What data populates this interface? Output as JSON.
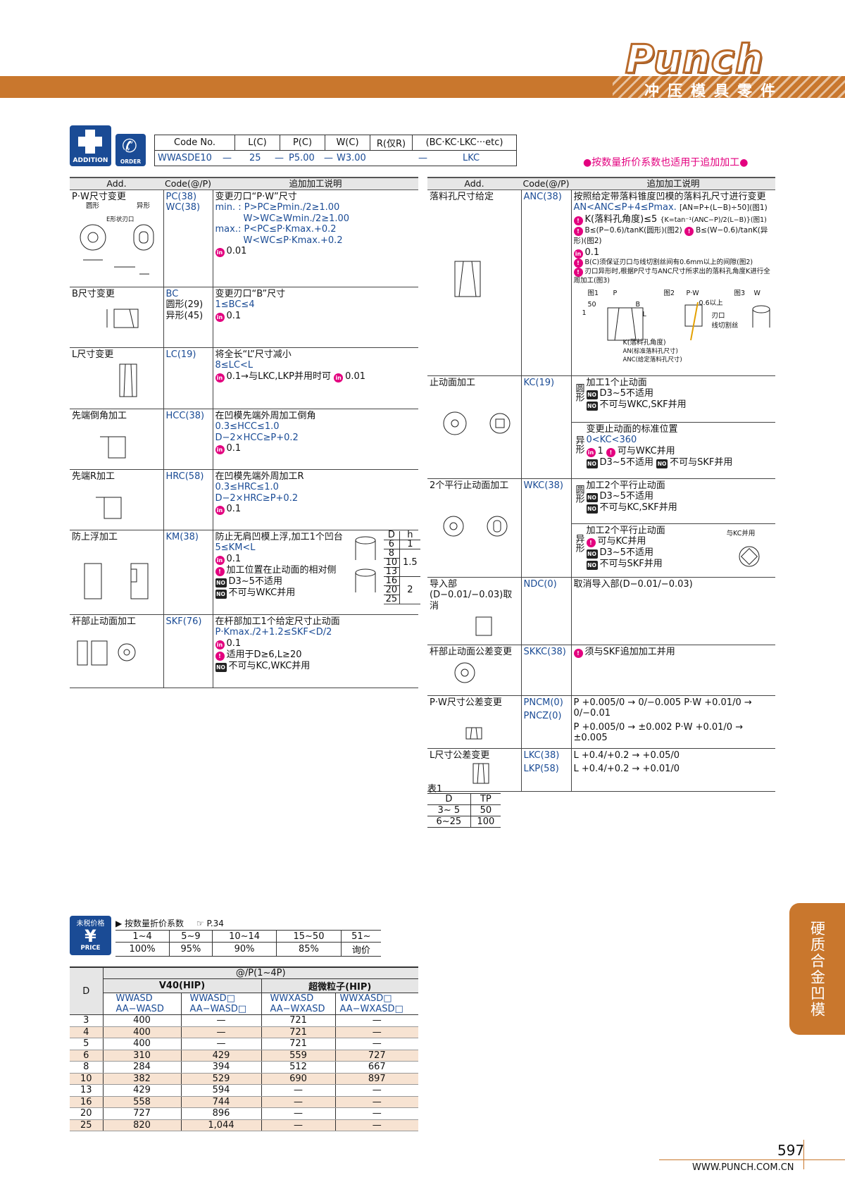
{
  "header": {
    "brand": "Punch",
    "subtitle": "冲压模具零件"
  },
  "icons": {
    "addition": "ADDITION",
    "order": "ORDER",
    "price_cn": "未税价格",
    "price_en": "PRICE"
  },
  "code_table": {
    "headers": [
      "Code No.",
      "L(C)",
      "P(C)",
      "W(C)",
      "R(仅R)",
      "(BC·KC·LKC···etc)"
    ],
    "row": [
      "WWASDE10",
      "—",
      "25",
      "—",
      "P5.00",
      "—",
      "W3.00",
      "—",
      "LKC"
    ]
  },
  "notice": "●按数量折价系数也适用于追加加工●",
  "left_table": {
    "headers": [
      "Add.",
      "Code(@/P)",
      "追加加工说明"
    ],
    "rows": [
      {
        "name": "P·W尺寸变更",
        "sub": [
          "圆形",
          "异形",
          "E形状刃口"
        ],
        "code": [
          "PC(38)",
          "WC(38)"
        ],
        "desc": [
          "变更刃口“P·W”尺寸",
          "min. : P>PC≥Pmin./2≥1.00",
          "W>WC≥Wmin./2≥1.00",
          "max.: P<PC≤P·Kmax.+0.2",
          "W<WC≤P·Kmax.+0.2",
          "0.01"
        ]
      },
      {
        "name": "B尺寸变更",
        "code": [
          "BC",
          "圆形(29)",
          "异形(45)"
        ],
        "desc": [
          "变更刃口“B”尺寸",
          "1≤BC≤4",
          "0.1"
        ]
      },
      {
        "name": "L尺寸变更",
        "code": [
          "LC(19)"
        ],
        "desc": [
          "将全长“L”尺寸减小",
          "8≤LC<L",
          "0.1→与LKC,LKP并用时可",
          "0.01"
        ]
      },
      {
        "name": "先端倒角加工",
        "code": [
          "HCC(38)"
        ],
        "desc": [
          "在凹模先端外周加工倒角",
          "0.3≤HCC≤1.0",
          "D−2×HCC≥P+0.2",
          "0.1"
        ]
      },
      {
        "name": "先端R加工",
        "code": [
          "HRC(58)"
        ],
        "desc": [
          "在凹模先端外周加工R",
          "0.3≤HRC≤1.0",
          "D−2×HRC≥P+0.2",
          "0.1"
        ]
      },
      {
        "name": "防上浮加工",
        "code": [
          "KM(38)"
        ],
        "desc": [
          "防止无肩凹模上浮,加工1个凹台",
          "5≤KM<L",
          "0.1",
          "加工位置在止动面的相对侧",
          "D3~5不适用",
          "不可与WKC并用"
        ],
        "dh": {
          "headers": [
            "D",
            "h"
          ],
          "rows": [
            [
              "6",
              "1"
            ],
            [
              "8",
              ""
            ],
            [
              "10",
              "1.5"
            ],
            [
              "13",
              ""
            ],
            [
              "16",
              ""
            ],
            [
              "20",
              "2"
            ],
            [
              "25",
              ""
            ]
          ]
        }
      },
      {
        "name": "杆部止动面加工",
        "code": [
          "SKF(76)"
        ],
        "desc": [
          "在杆部加工1个给定尺寸止动面",
          "P·Kmax./2+1.2≤SKF<D/2",
          "0.1",
          "适用于D≥6,L≥20",
          "不可与KC,WKC并用"
        ]
      }
    ]
  },
  "right_table": {
    "headers": [
      "Add.",
      "Code(@/P)",
      "追加加工说明"
    ],
    "rows": [
      {
        "name": "落料孔尺寸给定",
        "code": [
          "ANC(38)"
        ],
        "desc": [
          "按照给定带落料锥度凹模的落料孔尺寸进行变更",
          "AN<ANC≤P+4≤Pmax.",
          "[AN=P+(L−B)÷50](图1)",
          "K(落料孔角度)≤5",
          "{K=tan⁻¹(ANC−P)/2(L−B)}(图1)",
          "B≤(P−0.6)/tanK(圆形)(图2)",
          "B≤(W−0.6)/tanK(异形)(图2)",
          "0.1",
          "B(C)须保证刃口与线切割丝间有0.6mm以上的间隙(图2)",
          "刃口异形时,根据P尺寸与ANC尺寸所求出的落料孔角度K进行全周加工(图3)"
        ],
        "figs": [
          "图1",
          "图2",
          "图3",
          "P",
          "P·W",
          "W",
          "50",
          "1",
          "B",
          "L",
          "0.6以上",
          "刃口",
          "线切割丝",
          "K(落料孔角度)",
          "AN(标准落料孔尺寸)",
          "ANC(给定落料孔尺寸)"
        ]
      },
      {
        "name": "止动面加工",
        "code": [
          "KC(19)"
        ],
        "round": [
          "加工1个止动面",
          "D3~5不适用",
          "不可与WKC,SKF并用"
        ],
        "shaped": [
          "变更止动面的标准位置",
          "0<KC<360",
          "1",
          "可与WKC并用",
          "D3~5不适用",
          "不可与SKF并用"
        ]
      },
      {
        "name": "2个平行止动面加工",
        "code": [
          "WKC(38)"
        ],
        "round": [
          "加工2个平行止动面",
          "D3~5不适用",
          "不可与KC,SKF并用"
        ],
        "shaped": [
          "加工2个平行止动面",
          "可与KC并用",
          "D3~5不适用",
          "不可与SKF并用"
        ],
        "note": "与KC并用"
      },
      {
        "name": "导入部(D−0.01/−0.03)取消",
        "code": [
          "NDC(0)"
        ],
        "desc": [
          "取消导入部(D−0.01/−0.03)"
        ]
      },
      {
        "name": "杆部止动面公差变更",
        "code": [
          "SKKC(38)"
        ],
        "desc": [
          "须与SKF追加加工并用"
        ]
      },
      {
        "name": "P·W尺寸公差变更",
        "code": [
          "PNCM(0)",
          "PNCZ(0)"
        ],
        "desc": [
          "P +0.005/0 → 0/−0.005  P·W +0.01/0 → 0/−0.01",
          "P +0.005/0 → ±0.002  P·W +0.01/0 → ±0.005"
        ]
      },
      {
        "name": "L尺寸公差变更",
        "code": [
          "LKC(38)",
          "LKP(58)"
        ],
        "desc": [
          "L +0.4/+0.2 → +0.05/0",
          "L +0.4/+0.2 → +0.01/0"
        ]
      }
    ]
  },
  "labels": {
    "round": "圆形",
    "shaped": "异形"
  },
  "table1": {
    "title": "表1",
    "headers": [
      "D",
      "TP"
    ],
    "rows": [
      [
        "3~ 5",
        "50"
      ],
      [
        "6~25",
        "100"
      ]
    ]
  },
  "quantity": {
    "title": "▶ 按数量折价系数",
    "ref": "☞ P.34",
    "qty": [
      "1~4",
      "5~9",
      "10~14",
      "15~50",
      "51~"
    ],
    "rate": [
      "100%",
      "95%",
      "90%",
      "85%",
      "询价"
    ]
  },
  "price_table": {
    "top": "@/P(1~4P)",
    "group1": "V40(HIP)",
    "group2": "超微粒子(HIP)",
    "cols": [
      [
        "WWASD",
        "AA−WASD"
      ],
      [
        "WWASD□",
        "AA−WASD□"
      ],
      [
        "WWXASD",
        "AA−WXASD"
      ],
      [
        "WWXASD□",
        "AA−WXASD□"
      ]
    ],
    "rows": [
      [
        "3",
        "400",
        "—",
        "721",
        "—"
      ],
      [
        "4",
        "400",
        "—",
        "721",
        "—"
      ],
      [
        "5",
        "400",
        "—",
        "721",
        "—"
      ],
      [
        "6",
        "310",
        "429",
        "559",
        "727"
      ],
      [
        "8",
        "284",
        "394",
        "512",
        "667"
      ],
      [
        "10",
        "382",
        "529",
        "690",
        "897"
      ],
      [
        "13",
        "429",
        "594",
        "—",
        "—"
      ],
      [
        "16",
        "558",
        "744",
        "—",
        "—"
      ],
      [
        "20",
        "727",
        "896",
        "—",
        "—"
      ],
      [
        "25",
        "820",
        "1,044",
        "—",
        "—"
      ]
    ]
  },
  "side_tab": "硬质合金凹模",
  "footer": {
    "page": "597",
    "url": "WWW.PUNCH.COM.CN"
  },
  "colors": {
    "accent": "#c9772d",
    "blue": "#1a4b95",
    "pink": "#e3007f"
  }
}
